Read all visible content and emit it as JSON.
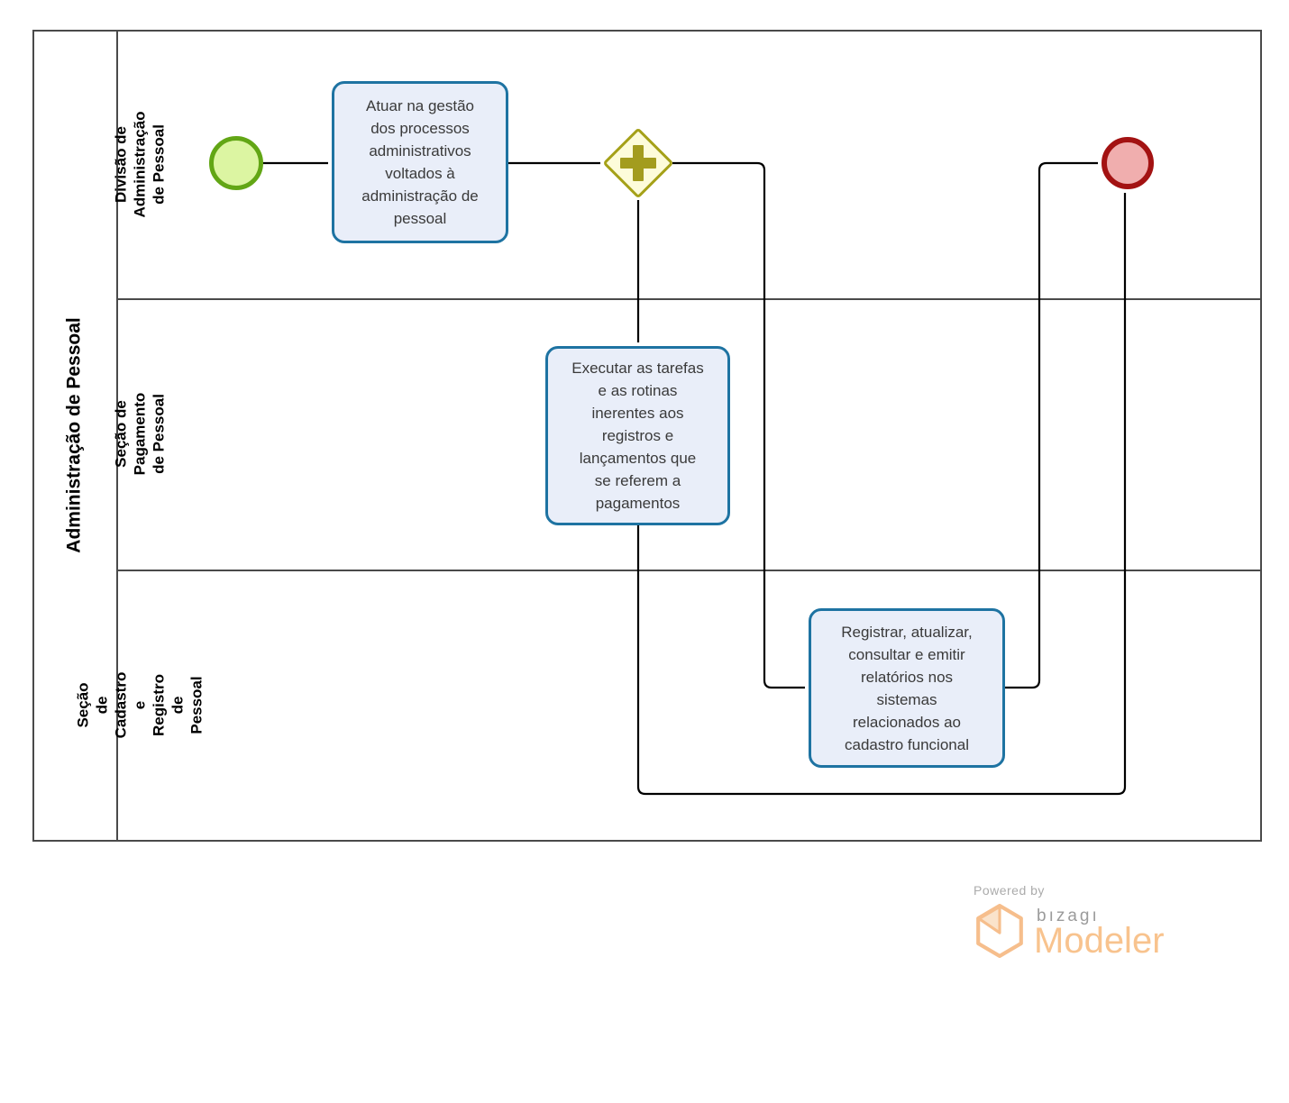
{
  "pool": {
    "title": "Administração de Pessoal",
    "lanes": [
      {
        "label": "Divisão de Administração de Pessoal"
      },
      {
        "label": "Seção de Pagamento de Pessoal"
      },
      {
        "label": "Seção de Cadastro e Registro de Pessoal"
      }
    ]
  },
  "nodes": {
    "start_event": {
      "type": "start-event"
    },
    "task_1": {
      "label": "Atuar na gestão dos processos administrativos voltados à administração de pessoal"
    },
    "gateway": {
      "type": "parallel-gateway",
      "icon": "plus-icon"
    },
    "task_2": {
      "label": "Executar as tarefas e as rotinas inerentes aos registros e lançamentos  que se referem a pagamentos"
    },
    "task_3": {
      "label": "Registrar, atualizar, consultar e emitir relatórios nos sistemas relacionados ao cadastro funcional"
    },
    "end_event": {
      "type": "end-event"
    }
  },
  "colors": {
    "task_border": "#1E73A2",
    "task_fill": "#E9EEF9",
    "start_border": "#62A615",
    "start_fill": "#DCF5A2",
    "end_border": "#A31212",
    "end_fill": "#F0AEAE",
    "gateway_border": "#A5A118",
    "gateway_fill": "#FDFCDA",
    "line_color": "#4A4A4A",
    "brand_orange": "#F8C38E",
    "brand_gray": "#9B9B9B"
  },
  "footer": {
    "powered_by": "Powered by",
    "brand": "bızagı",
    "product": "Modeler"
  }
}
